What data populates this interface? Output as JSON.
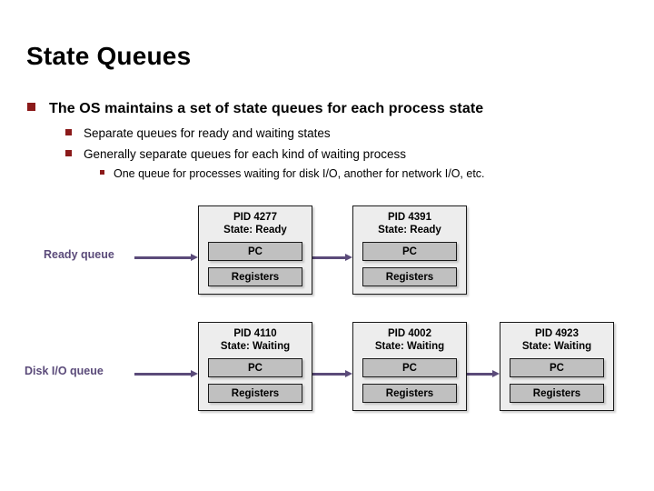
{
  "slide": {
    "title": "State Queues"
  },
  "bullets": {
    "level1": "The OS maintains a set of state queues for each process state",
    "level2": [
      "Separate queues for ready and waiting states",
      "Generally separate queues for each kind of waiting process"
    ],
    "level3": "One queue for processes waiting for disk I/O, another for network I/O, etc."
  },
  "queues": [
    {
      "label": "Ready queue",
      "processes": [
        {
          "pid": "PID 4277",
          "state": "State: Ready",
          "fields": [
            "PC",
            "Registers"
          ]
        },
        {
          "pid": "PID 4391",
          "state": "State: Ready",
          "fields": [
            "PC",
            "Registers"
          ]
        }
      ]
    },
    {
      "label": "Disk I/O queue",
      "processes": [
        {
          "pid": "PID 4110",
          "state": "State: Waiting",
          "fields": [
            "PC",
            "Registers"
          ]
        },
        {
          "pid": "PID 4002",
          "state": "State: Waiting",
          "fields": [
            "PC",
            "Registers"
          ]
        },
        {
          "pid": "PID 4923",
          "state": "State: Waiting",
          "fields": [
            "PC",
            "Registers"
          ]
        }
      ]
    }
  ],
  "colors": {
    "bullet_marker": "#8b1a1a",
    "arrow": "#5b4b7a",
    "queue_label": "#5b4b7a",
    "box_fill": "#ededed",
    "field_fill": "#c0c0c0",
    "box_border": "#1a1a1a"
  }
}
